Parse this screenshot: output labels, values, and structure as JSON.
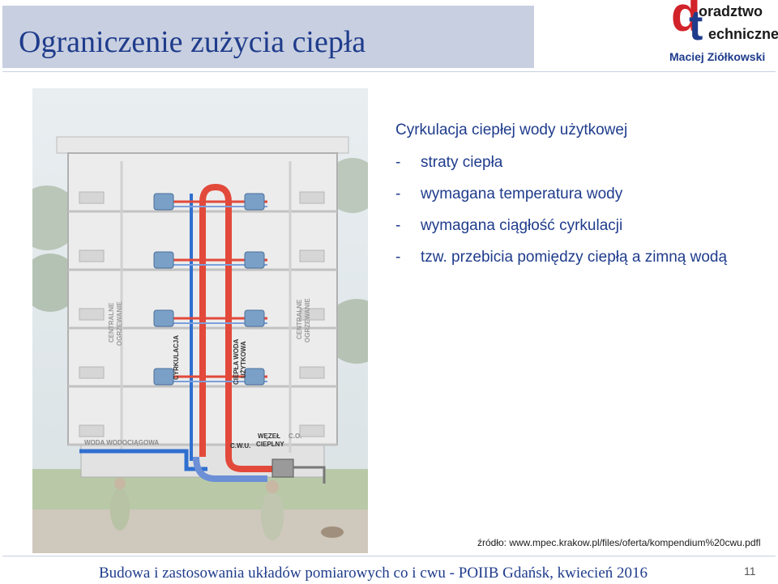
{
  "header": {
    "title": "Ograniczenie zużycia ciepła",
    "logo": {
      "letter_d": "d",
      "letter_t": "t",
      "word1": "oradztwo",
      "word2": "echniczne",
      "author": "Maciej Ziółkowski"
    }
  },
  "illustration": {
    "labels": {
      "cyrkulacja": "CYRKULACJA",
      "ciepla_woda": "CIEPŁA WODA",
      "uzytkowa": "UŻYTKOWA",
      "woda_wodociagowa": "WODA WODOCIĄGOWA",
      "cwu": "C.W.U.",
      "wezel": "WĘZEŁ",
      "cieplny": "CIEPLNY",
      "co": "C.O.",
      "centralne": "CENTRALNE",
      "ogrzewanie": "OGRZEWANIE"
    },
    "colors": {
      "hot": "#e2493a",
      "cold": "#2f6fd0",
      "wall": "#dfdfdf"
    }
  },
  "content": {
    "heading": "Cyrkulacja ciepłej wody użytkowej",
    "bullets": [
      "straty ciepła",
      "wymagana temperatura wody",
      "wymagana ciągłość cyrkulacji",
      "tzw. przebicia pomiędzy ciepłą a zimną wodą"
    ],
    "bullet_marker": "-"
  },
  "source": "źródło: www.mpec.krakow.pl/files/oferta/kompendium%20cwu.pdfl",
  "footer": {
    "text": "Budowa i zastosowania układów pomiarowych co i cwu - POIIB Gdańsk, kwiecień 2016",
    "page": "11"
  }
}
